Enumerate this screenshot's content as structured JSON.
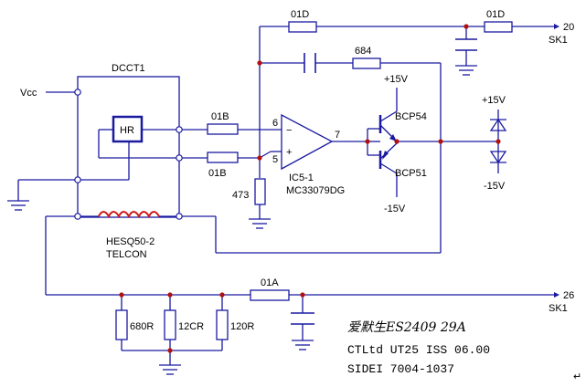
{
  "colors": {
    "wire": "#1a1aa0",
    "node": "#b01010",
    "inductor": "#d01818",
    "text": "#000000",
    "background": "#ffffff"
  },
  "labels": {
    "vcc": "Vcc",
    "dcct": "DCCT1",
    "hr": "HR",
    "r_01b_top": "01B",
    "r_01b_bottom": "01B",
    "r_01d_top": "01D",
    "r_01d_right": "01D",
    "r_684": "684",
    "r_473": "473",
    "r_01a": "01A",
    "r_680r": "680R",
    "r_120r_a": "12CR",
    "r_120r_b": "120R",
    "opamp_minus": "−",
    "opamp_plus": "+",
    "pin6": "6",
    "pin5": "5",
    "pin7": "7",
    "ic_name": "IC5-1",
    "ic_part": "MC33079DG",
    "plus15_top": "+15V",
    "minus15_bottom": "-15V",
    "bcp54": "BCP54",
    "bcp51": "BCP51",
    "diode_plus": "+15V",
    "diode_minus": "-15V",
    "inductor_name": "HESQ50-2",
    "inductor_maker": "TELCON",
    "sk20_num": "20",
    "sk20_name": "SK1",
    "sk26_num": "26",
    "sk26_name": "SK1",
    "note1": "爱默生ES2409 29A",
    "note2": "CTLtd UT25 ISS 06.00",
    "note3": "SIDEI 7004-1037",
    "corner": "↵"
  }
}
